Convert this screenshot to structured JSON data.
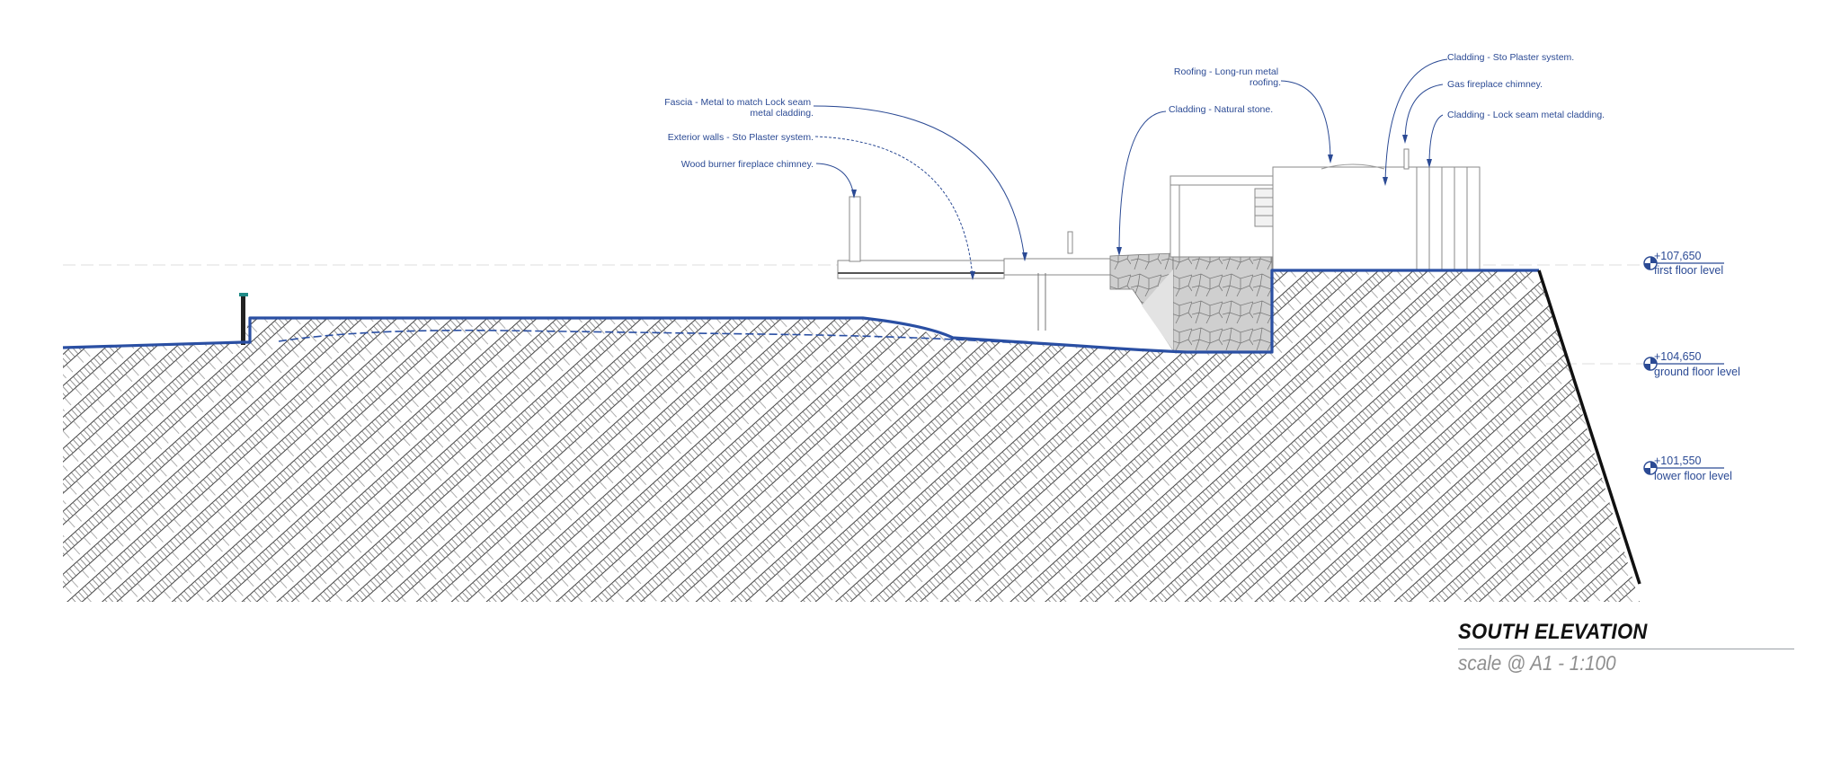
{
  "drawing": {
    "title": "SOUTH ELEVATION",
    "scale": "scale @ A1 - 1:100",
    "colors": {
      "annotation": "#2b4a94",
      "ground_line": "#2a4fa3",
      "stone": "#cfcfcf",
      "hatch": "#555555",
      "cliff": "#111111"
    }
  },
  "annotations": [
    {
      "id": "fascia",
      "text": [
        "Fascia - Metal to match Lock seam",
        "metal cladding."
      ]
    },
    {
      "id": "exterior-walls",
      "text": [
        "Exterior walls - Sto Plaster system."
      ]
    },
    {
      "id": "wood-burner",
      "text": [
        "Wood burner fireplace chimney."
      ]
    },
    {
      "id": "cladding-stone",
      "text": [
        "Cladding - Natural stone."
      ]
    },
    {
      "id": "roofing",
      "text": [
        "Roofing - Long-run metal",
        "roofing."
      ]
    },
    {
      "id": "cladding-sto",
      "text": [
        "Cladding - Sto Plaster system."
      ]
    },
    {
      "id": "gas-chimney",
      "text": [
        "Gas fireplace chimney."
      ]
    },
    {
      "id": "cladding-lockseam",
      "text": [
        "Cladding - Lock seam metal cladding."
      ]
    }
  ],
  "levels": [
    {
      "id": "first",
      "value": "+107,650",
      "name": "first floor level"
    },
    {
      "id": "ground",
      "value": "+104,650",
      "name": "ground floor level"
    },
    {
      "id": "lower",
      "value": "+101,550",
      "name": "lower floor level"
    }
  ]
}
